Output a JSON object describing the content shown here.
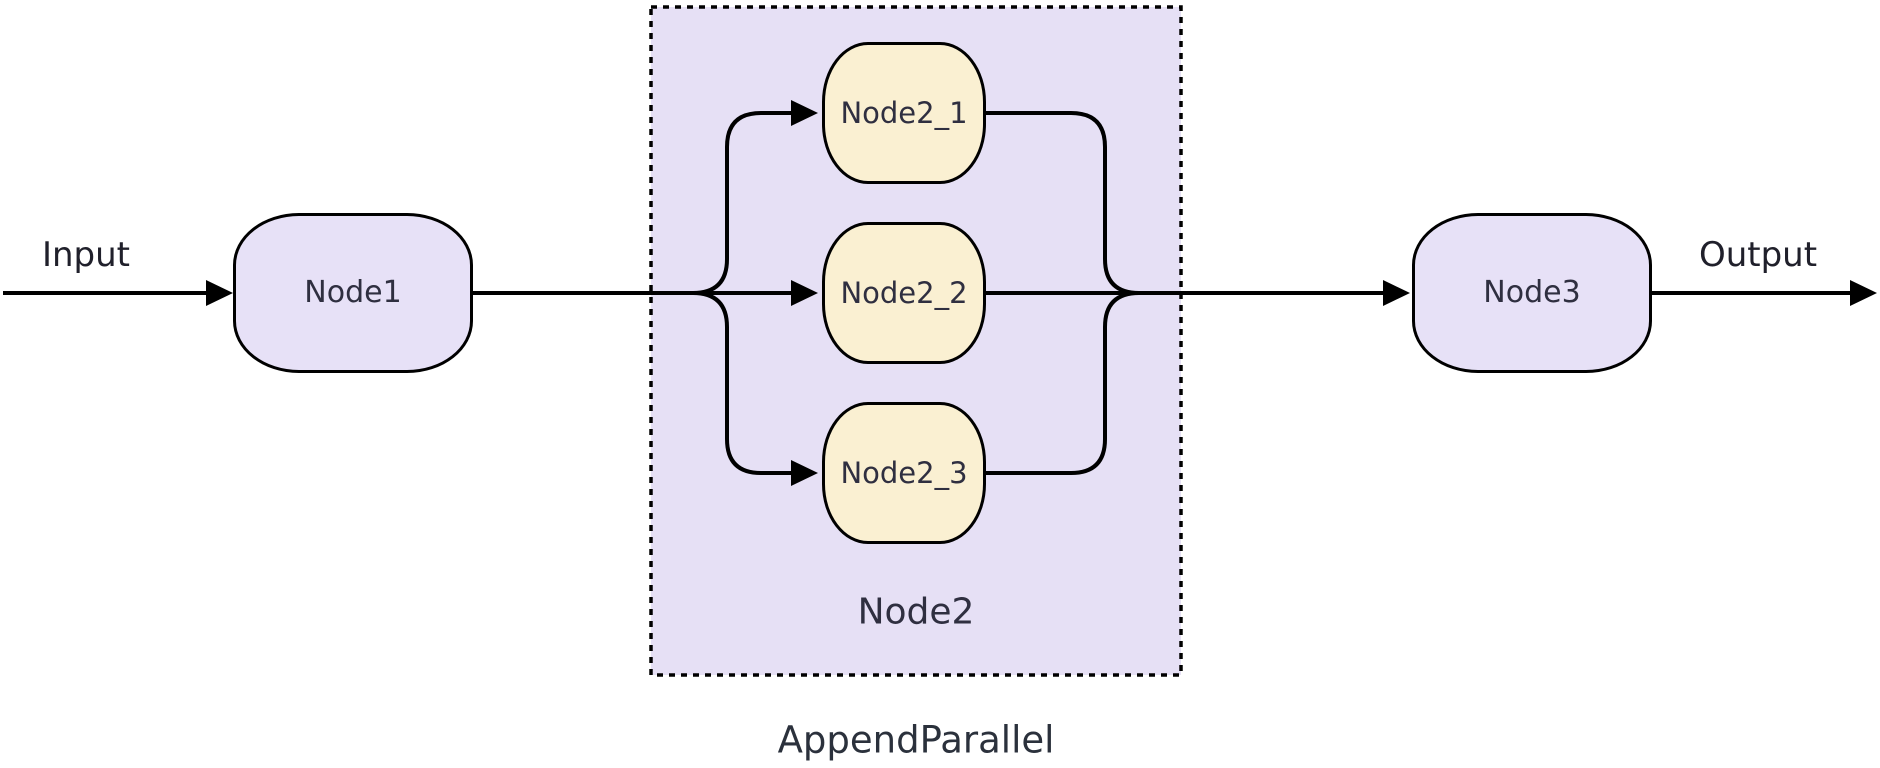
{
  "diagram": {
    "type": "flowchart",
    "edge_labels": {
      "input": "Input",
      "output": "Output"
    },
    "nodes": {
      "node1": "Node1",
      "node2_1": "Node2_1",
      "node2_2": "Node2_2",
      "node2_3": "Node2_3",
      "node3": "Node3"
    },
    "cluster": {
      "title": "Node2",
      "caption": "AppendParallel"
    },
    "colors": {
      "node_fill": "#e7e1f7",
      "cluster_fill": "#e6e0f5",
      "parallel_fill": "#faf0d2",
      "stroke": "#000000",
      "text": "#2f2f40"
    }
  }
}
